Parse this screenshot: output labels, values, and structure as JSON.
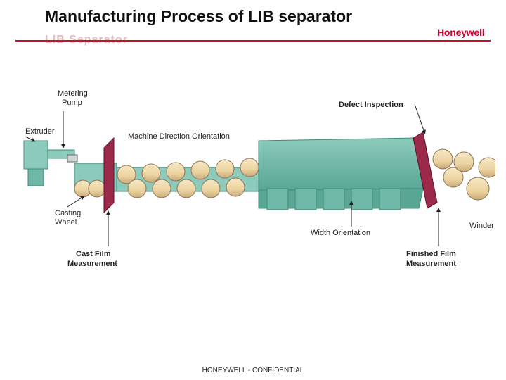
{
  "slide": {
    "title": "Manufacturing Process of LIB separator",
    "brand": "Honeywell",
    "ghost_text": "LIB Separator",
    "footer": "HONEYWELL - CONFIDENTIAL"
  },
  "diagram": {
    "labels": {
      "metering_pump": [
        "Metering",
        "Pump"
      ],
      "extruder": "Extruder",
      "mdo": "Machine Direction Orientation",
      "defect_inspection": "Defect Inspection",
      "casting_wheel": [
        "Casting",
        "Wheel"
      ],
      "width_orientation": "Width Orientation",
      "winder": "Winder",
      "cast_film_measurement": [
        "Cast Film",
        "Measurement"
      ],
      "finished_film_measurement": [
        "Finished Film",
        "Measurement"
      ]
    },
    "colors": {
      "teal": "#6fb7a6",
      "teal_dark": "#3e8c7b",
      "roller": "#f0d9a8",
      "roller_dark": "#c9a97a",
      "gauge": "#9b2a4a",
      "arrow": "#222222"
    }
  }
}
